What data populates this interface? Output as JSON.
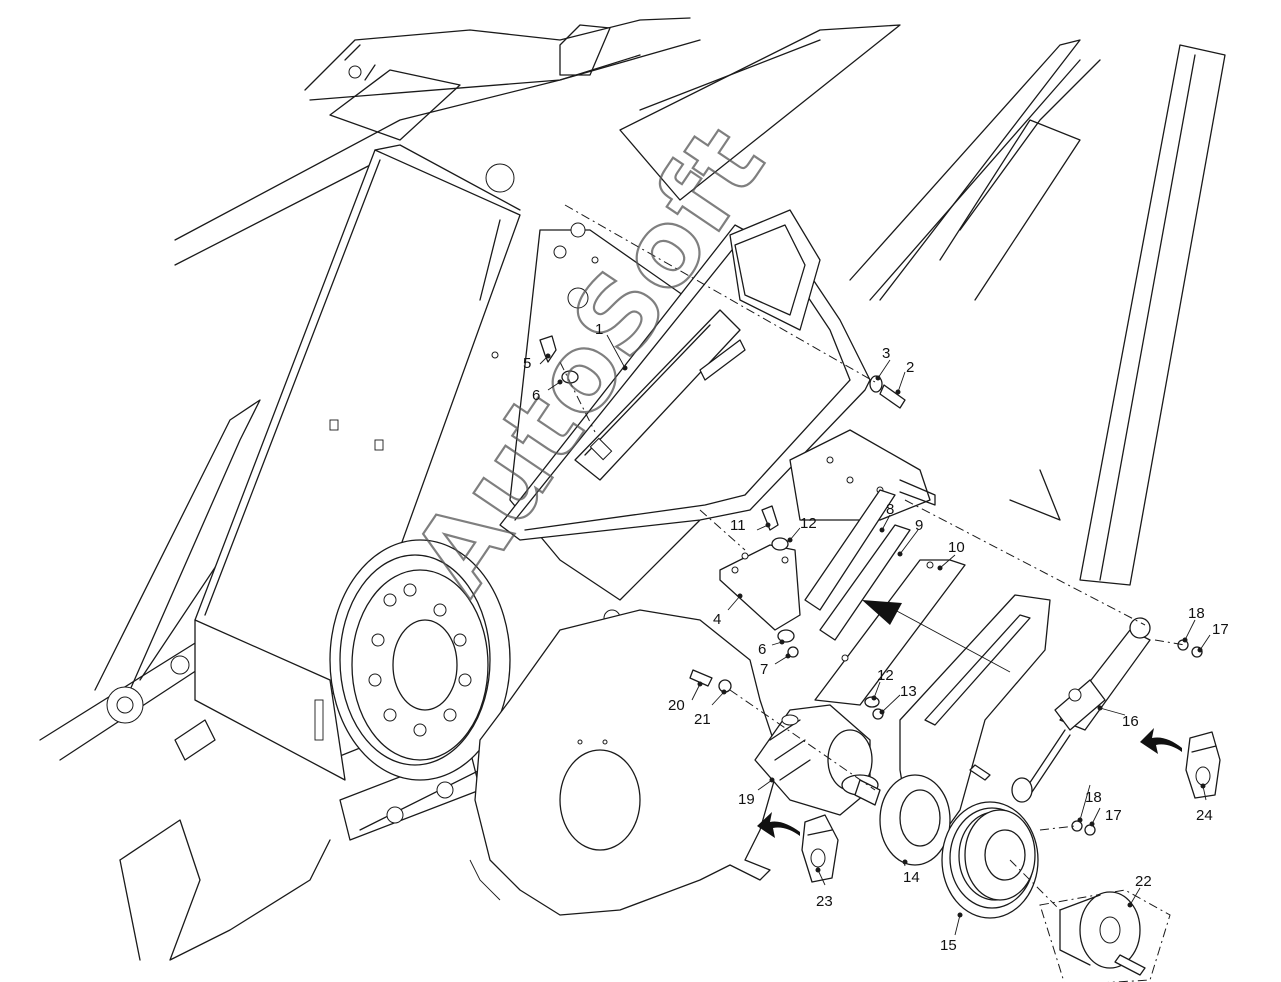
{
  "diagram": {
    "watermark": "AutoSoft",
    "callouts": [
      "1",
      "2",
      "3",
      "4",
      "5",
      "6",
      "6",
      "7",
      "8",
      "9",
      "10",
      "11",
      "12",
      "12",
      "13",
      "14",
      "15",
      "16",
      "17",
      "17",
      "18",
      "18",
      "19",
      "20",
      "21",
      "22",
      "23",
      "24"
    ],
    "icons": [
      "hand-holding-grease-gun-icon",
      "curved-arrow-icon",
      "direction-arrow-icon"
    ]
  }
}
